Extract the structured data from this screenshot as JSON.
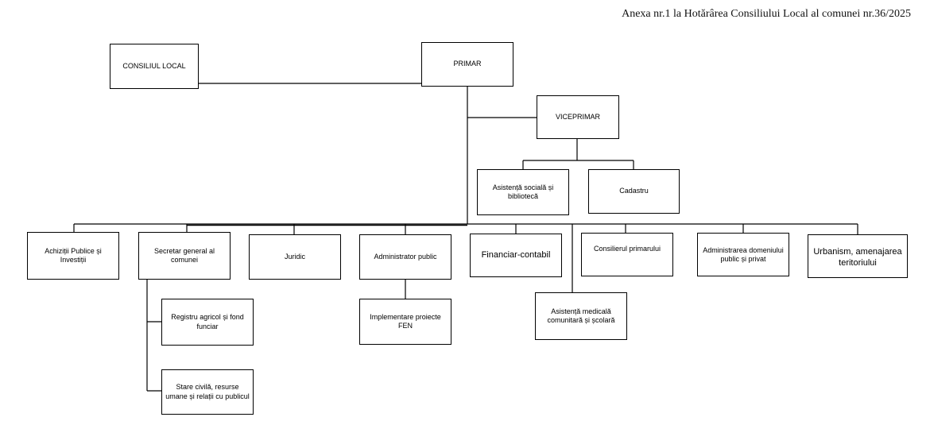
{
  "header": "Anexa nr.1 la Hotărârea Consiliului Local al comunei   nr.36/2025",
  "nodes": {
    "consiliul_local": "CONSILIUL LOCAL",
    "primar": "PRIMAR",
    "viceprimar": "VICEPRIMAR",
    "asistenta_sociala": "Asistență socială și bibliotecă",
    "cadastru": "Cadastru",
    "achizitii": "Achiziții Publice și Investiții",
    "secretar": "Secretar  general  al comunei",
    "juridic": "Juridic",
    "administrator": "Administrator public",
    "financiar": "Financiar-contabil",
    "consilierul": "Consilierul primarului",
    "administrarea": "Administrarea domeniului public și privat",
    "urbanism": "Urbanism, amenajarea teritoriului",
    "registru": "Registru agricol și fond funciar",
    "stare_civila": "Stare civilă, resurse umane și relații cu publicul",
    "implementare": "Implementare proiecte FEN",
    "asistenta_medicala": "Asistență medicală comunitară și școlară"
  }
}
